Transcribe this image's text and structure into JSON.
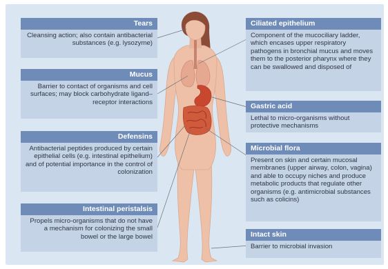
{
  "panels": {
    "tears": {
      "title": "Tears",
      "text": "Cleansing action; also contain antibacterial substances (e.g. lysozyme)"
    },
    "mucus": {
      "title": "Mucus",
      "text": "Barrier to contact of organisms and cell surfaces; may block carbohydrate ligand–receptor interactions"
    },
    "defensins": {
      "title": "Defensins",
      "text": "Antibacterial peptides produced by certain epithelial cells (e.g. intestinal epithelium) and of potential importance in the control of colonization"
    },
    "peristalsis": {
      "title": "Intestinal peristalsis",
      "text": "Propels micro-organisms that do not have a mechanism for colonizing the small bowel or the large bowel"
    },
    "ciliated": {
      "title": "Ciliated epithelium",
      "text": "Component of the mucociliary ladder, which encases upper respiratory pathogens in bronchial mucus and moves them to the posterior pharynx where they can be swallowed and disposed of"
    },
    "gastric": {
      "title": "Gastric acid",
      "text": "Lethal to micro-organisms without protective mechanisms"
    },
    "flora": {
      "title": "Microbial flora",
      "text": "Present on skin and certain mucosal membranes (upper airway, colon, vagina) and able to occupy niches and produce metabolic products that regulate other organisms (e.g. antimicrobial substances such as colicins)"
    },
    "skin": {
      "title": "Intact skin",
      "text": "Barrier to microbial invasion"
    }
  },
  "colors": {
    "frame": "#dbe6f3",
    "panel_header": "#6f8bb8",
    "panel_body": "#c5d3e7",
    "skin": "#edc0a7",
    "hair": "#8c4b36",
    "stomach": "#c9472f",
    "lungs": "#e7a892"
  }
}
